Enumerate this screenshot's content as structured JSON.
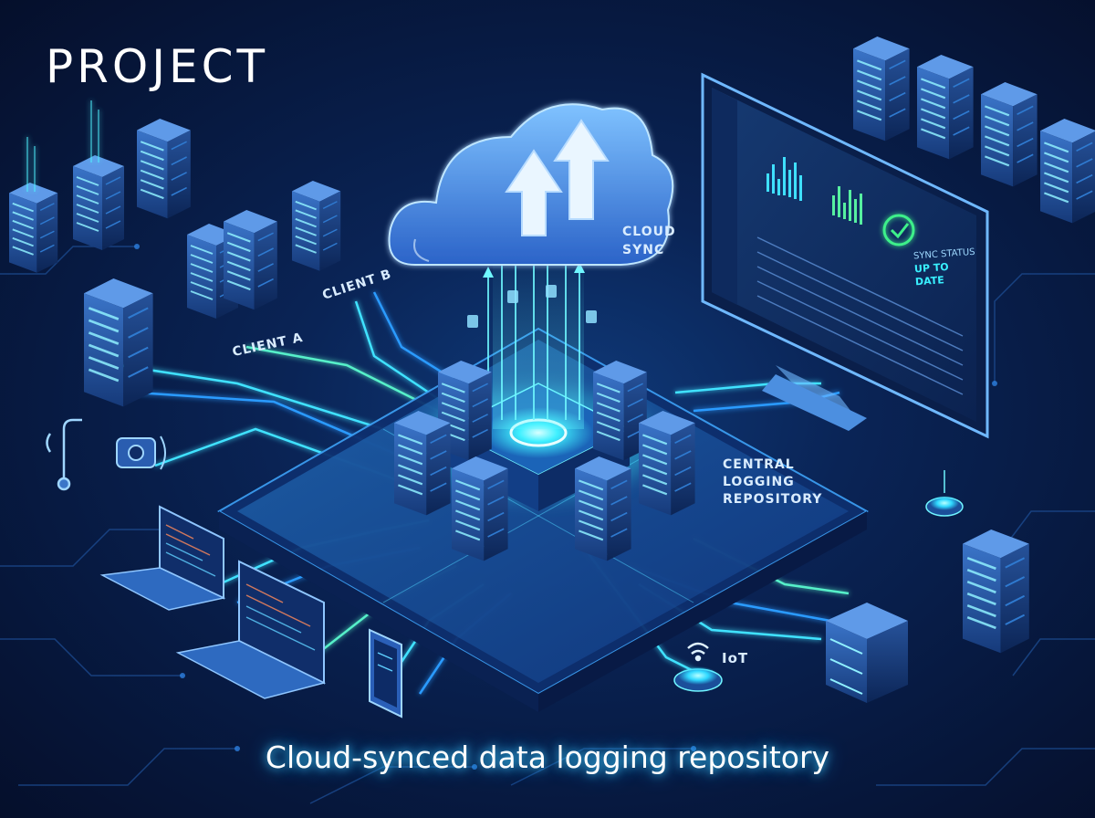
{
  "title": "PROJECT",
  "caption": "Cloud-synced data logging repository",
  "labels": {
    "client_a": "CLIENT A",
    "client_b": "CLIENT B",
    "cloud_line1": "CLOUD",
    "cloud_line2": "SYNC",
    "central_line1": "CENTRAL",
    "central_line2": "LOGGING",
    "central_line3": "REPOSITORY",
    "iot": "IoT"
  },
  "dashboard": {
    "status_line1": "SYNC STATUS",
    "status_line2": "UP TO DATE"
  },
  "colors": {
    "background": "#071a42",
    "neon_cyan": "#39f0ff",
    "accent_blue": "#2f8fff",
    "green": "#34e07a",
    "platform": "#1b5aa8"
  },
  "icons": [
    "cloud-icon",
    "upload-arrow-icon",
    "server-rack-icon",
    "monitor-icon",
    "laptop-icon",
    "smartphone-icon",
    "iot-sensor-icon",
    "check-circle-icon",
    "camera-icon",
    "wifi-icon"
  ]
}
